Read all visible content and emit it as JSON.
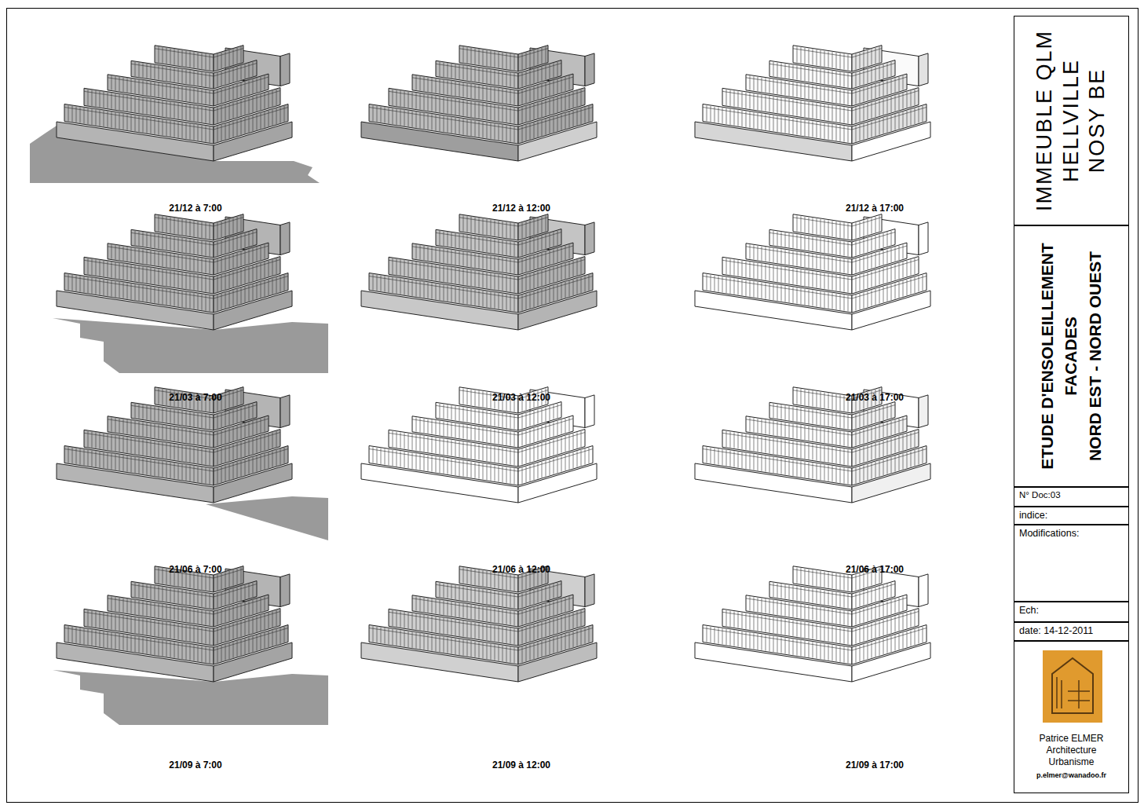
{
  "diagram": {
    "nodes": [
      {
        "text": [
          "IMMEUBLE QLM",
          "HELLVILLE",
          "NOSY BE"
        ]
      },
      {
        "text": [
          "ETUDE D'ENSOLEILLEMENT",
          "FACADES",
          "NORD EST - NORD OUEST"
        ]
      },
      {
        "text": [
          "N° Doc:03"
        ]
      },
      {
        "text": [
          "indice:"
        ]
      },
      {
        "text": [
          "Modifications:"
        ]
      },
      {
        "text": [
          "Ech:"
        ]
      },
      {
        "text": [
          "date: 14-12-2011"
        ]
      },
      {
        "text": [
          "Patrice ELMER Architecture Urbanisme",
          "p.elmer@wanadoo.fr"
        ]
      }
    ],
    "labels": [
      "21/12 à 7:00",
      "21/12 à 12:00",
      "21/12 à 17:00",
      "21/03 à 7:00",
      "21/03 à 12:00",
      "21/03 à 17:00",
      "21/06 à 7:00",
      "21/06 à 12:00",
      "21/06 à 17:00",
      "21/09 à 7:00",
      "21/09 à 12:00",
      "21/09 à 17:00"
    ]
  }
}
